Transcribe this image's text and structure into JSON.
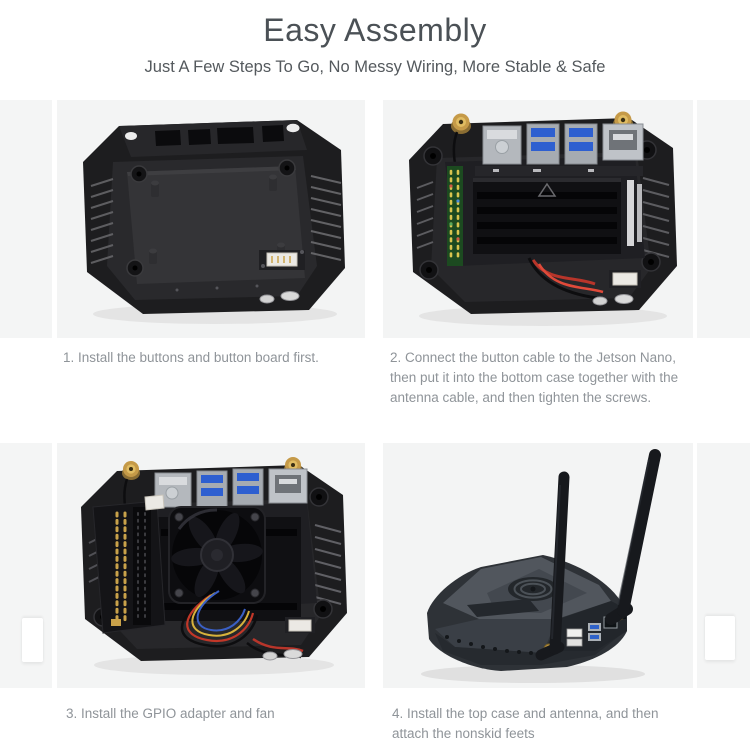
{
  "page": {
    "background": "#ffffff",
    "tile_background": "#f3f4f4",
    "title_color": "#4b5156",
    "subtitle_color": "#54595d",
    "caption_color": "#8f9499"
  },
  "header": {
    "title": "Easy Assembly",
    "subtitle": "Just A Few Steps To Go, No Messy Wiring, More Stable & Safe"
  },
  "steps": [
    {
      "caption": "1. Install the buttons and button board first.",
      "photo": "empty-bottom-case"
    },
    {
      "caption": "2. Connect the button cable to the Jetson Nano, then put it into the bottom case together with the antenna cable, and then tighten the screws.",
      "photo": "jetson-nano-board-in-bottom-case"
    },
    {
      "caption": "3. Install the GPIO adapter and fan",
      "photo": "gpio-adapter-and-fan-installed"
    },
    {
      "caption": "4. Install the top case and antenna, and then attach the nonskid feets",
      "photo": "assembled-case-with-two-antennas"
    }
  ],
  "accents": {
    "usb3_blue": "#2e5fd0",
    "sma_gold": "#c59a48",
    "wire_red": "#c23728",
    "gpio_green": "#1c4a20"
  }
}
